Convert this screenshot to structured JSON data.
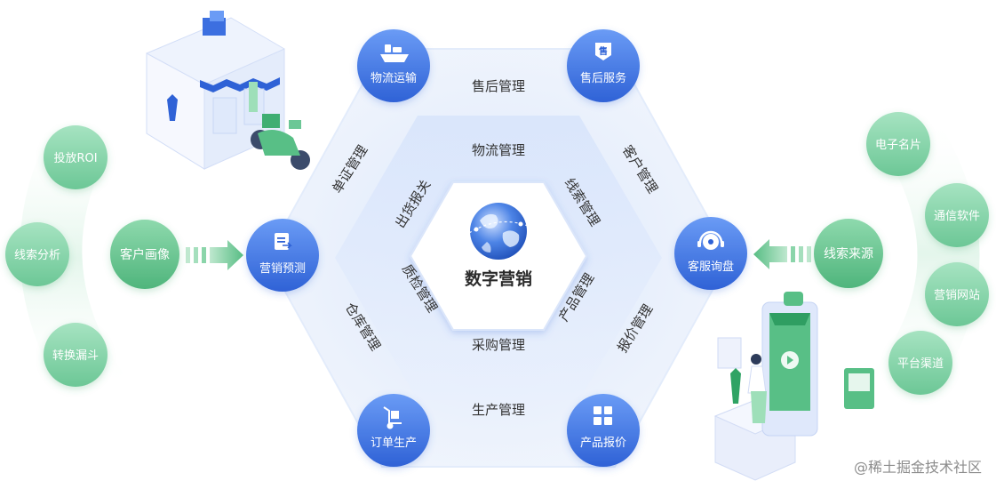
{
  "center": {
    "label": "数字营销"
  },
  "inner_ring": {
    "top": "物流管理",
    "bottom": "采购管理",
    "top_left": "出货报关",
    "bottom_left": "质检管理",
    "top_right": "线索管理",
    "bottom_right": "产品管理"
  },
  "outer_ring": {
    "top": "售后管理",
    "bottom": "生产管理",
    "top_left": "单证管理",
    "bottom_left": "仓库管理",
    "top_right": "客户管理",
    "bottom_right": "报价管理"
  },
  "corner_nodes": {
    "top_left": {
      "label": "物流运输",
      "icon": "ship-icon"
    },
    "top_right": {
      "label": "售后服务",
      "icon": "after-sales-tag-icon"
    },
    "bottom_left": {
      "label": "订单生产",
      "icon": "hand-truck-icon"
    },
    "bottom_right": {
      "label": "产品报价",
      "icon": "calculator-icon"
    }
  },
  "left_hub": {
    "label": "营销预测",
    "icon": "document-arrow-icon"
  },
  "right_hub": {
    "label": "客服询盘",
    "icon": "headset-icon"
  },
  "left_group": {
    "source": "客户画像",
    "items": [
      "投放ROI",
      "线索分析",
      "转换漏斗"
    ]
  },
  "right_group": {
    "source": "线索来源",
    "items": [
      "电子名片",
      "通信软件",
      "营销网站",
      "平台渠道"
    ]
  },
  "watermark": "@稀土掘金技术社区",
  "colors": {
    "blue_dark": "#2f62d6",
    "blue_light": "#6a9bf5",
    "green_dark": "#58bf86",
    "green_light": "#9edfb9",
    "hex_bg": "#e9f1fd",
    "text_dark": "#333333"
  }
}
